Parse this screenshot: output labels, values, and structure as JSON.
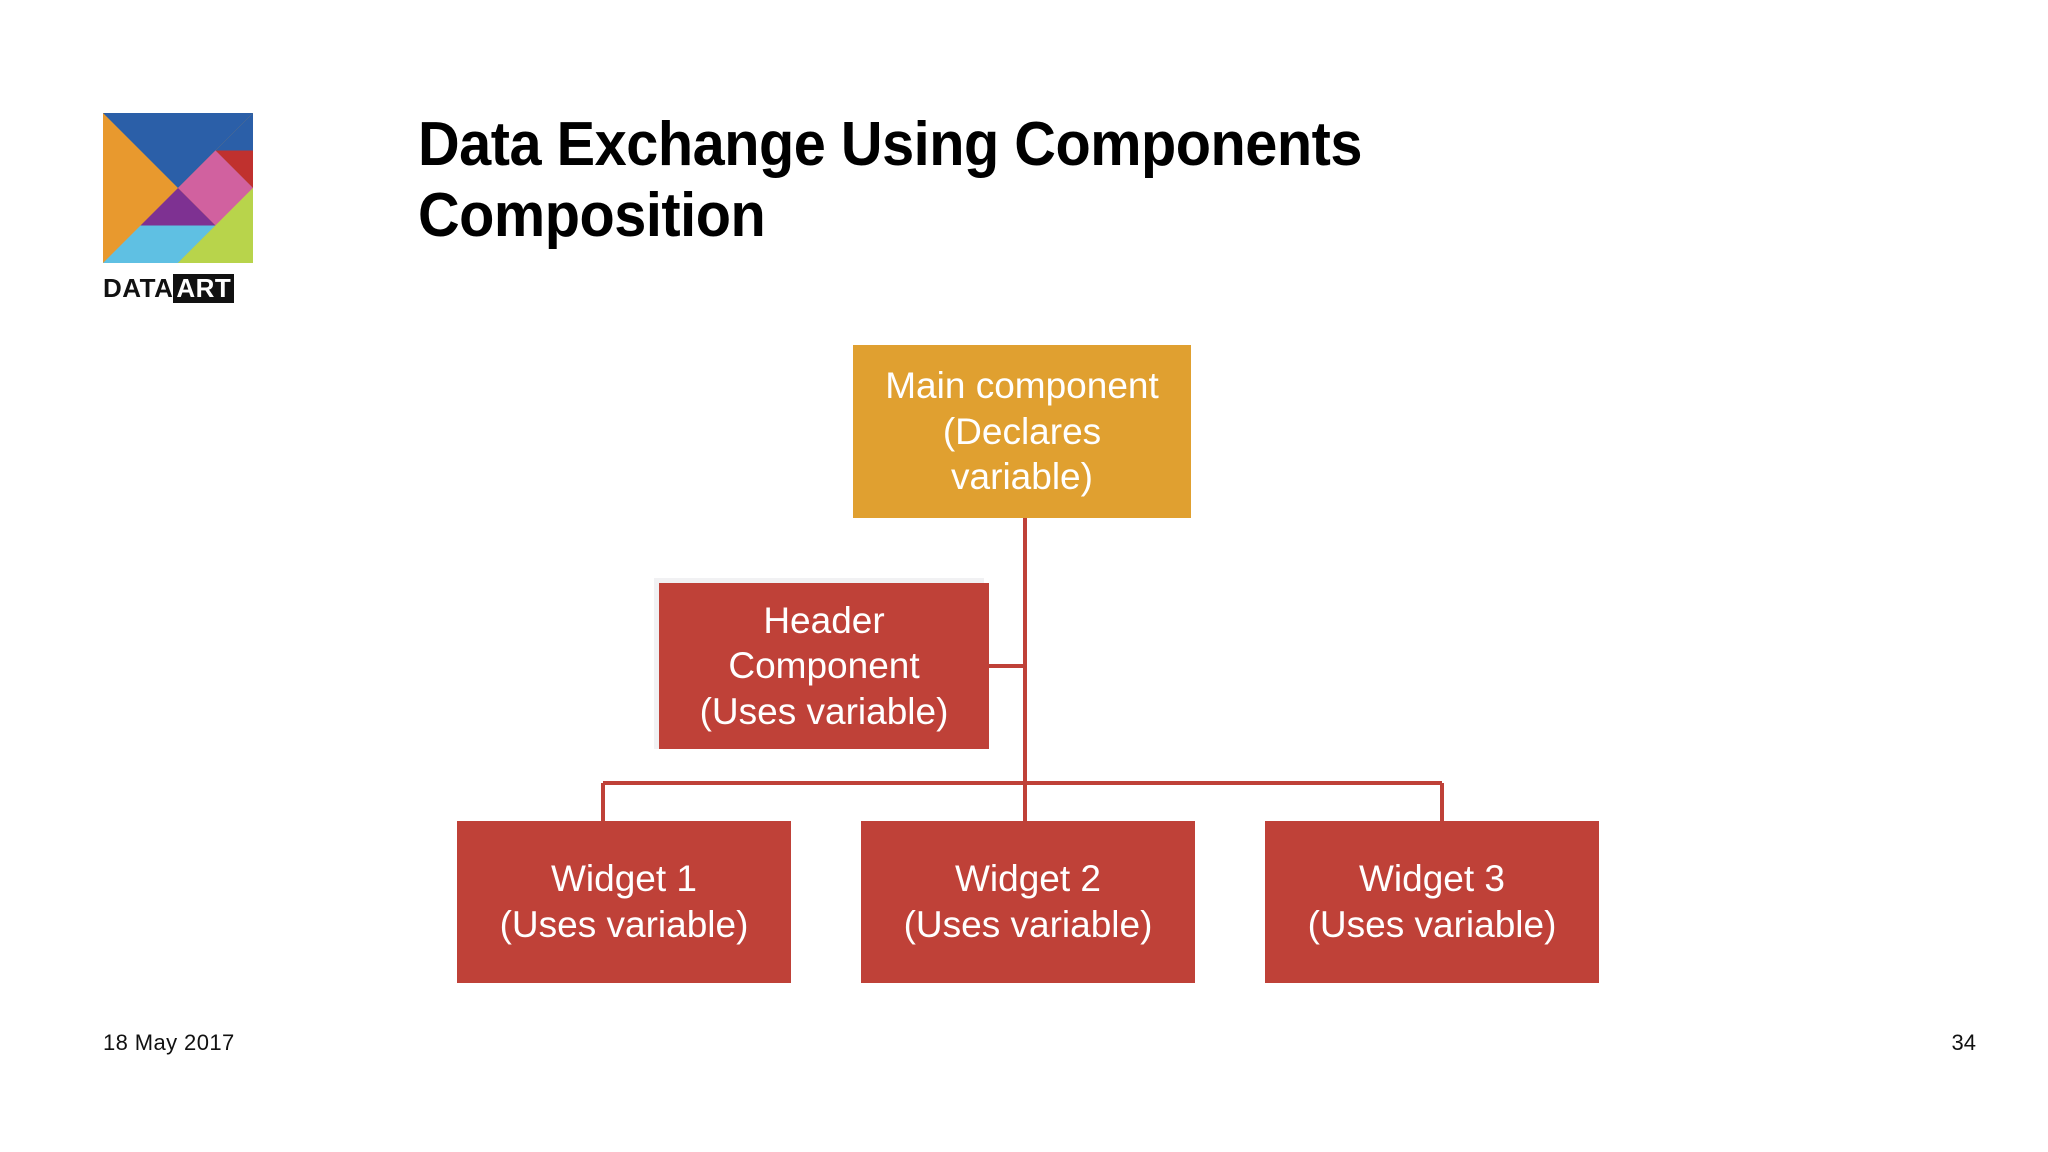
{
  "slide": {
    "title_line_1": "Data Exchange Using Components",
    "title_line_2": "Composition",
    "background_color": "#ffffff"
  },
  "logo": {
    "wordmark_dark": "DATA",
    "wordmark_boxed": "ART",
    "mark_colors": {
      "orange": "#E8992E",
      "blue": "#2B5FA8",
      "red": "#C0312E",
      "pink": "#D1619F",
      "purple": "#7E3192",
      "sky": "#5FC0E3",
      "lime": "#B8D44B"
    }
  },
  "diagram": {
    "type": "tree",
    "accent_color": "#BF4138",
    "root_color": "#E0A030",
    "connector_color": "#BF4138",
    "nodes": [
      {
        "id": "main",
        "lines": [
          "Main component",
          "(Declares",
          "variable)"
        ],
        "fill": "#E0A030",
        "text_color": "#ffffff"
      },
      {
        "id": "header",
        "lines": [
          "Header",
          "Component",
          "(Uses variable)"
        ],
        "fill": "#BF4138",
        "text_color": "#ffffff"
      },
      {
        "id": "widget1",
        "lines": [
          "Widget  1",
          "(Uses variable)"
        ],
        "fill": "#BF4138",
        "text_color": "#ffffff"
      },
      {
        "id": "widget2",
        "lines": [
          "Widget  2",
          "(Uses variable)"
        ],
        "fill": "#BF4138",
        "text_color": "#ffffff"
      },
      {
        "id": "widget3",
        "lines": [
          "Widget  3",
          "(Uses variable)"
        ],
        "fill": "#BF4138",
        "text_color": "#ffffff"
      }
    ],
    "edges": [
      {
        "from": "main",
        "to": "header"
      },
      {
        "from": "main",
        "to": "widget1"
      },
      {
        "from": "main",
        "to": "widget2"
      },
      {
        "from": "main",
        "to": "widget3"
      }
    ]
  },
  "footer": {
    "date": "18 May 2017",
    "page_number": "34"
  }
}
